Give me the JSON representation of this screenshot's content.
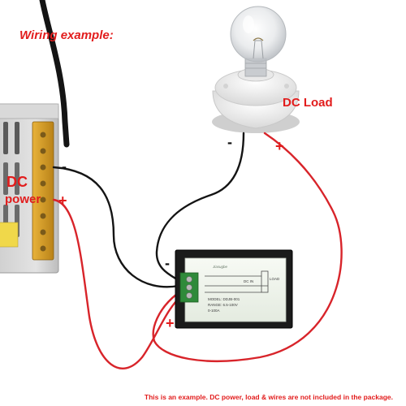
{
  "labels": {
    "title": "Wiring example:",
    "dc_load": "DC Load",
    "dc_power_line1": "DC",
    "dc_power_line2": "power",
    "footnote": "This is an example. DC power, load & wires are not included in the package."
  },
  "signs": {
    "load_negative": "-",
    "load_positive": "+",
    "supply_negative": "-",
    "supply_positive": "+",
    "meter_negative": "-",
    "meter_positive": "+"
  },
  "meter": {
    "brand": "Jiasugbe",
    "model": "MODEL: DDJB-001",
    "range": "RANGE: 6.5-100V",
    "current": "0-100A",
    "dc_in": "DC IN",
    "load": "LOAD"
  },
  "colors": {
    "label_red": "#e21c1c",
    "sign_black": "#111111",
    "wire_red": "#d8242a",
    "wire_black": "#141414"
  }
}
